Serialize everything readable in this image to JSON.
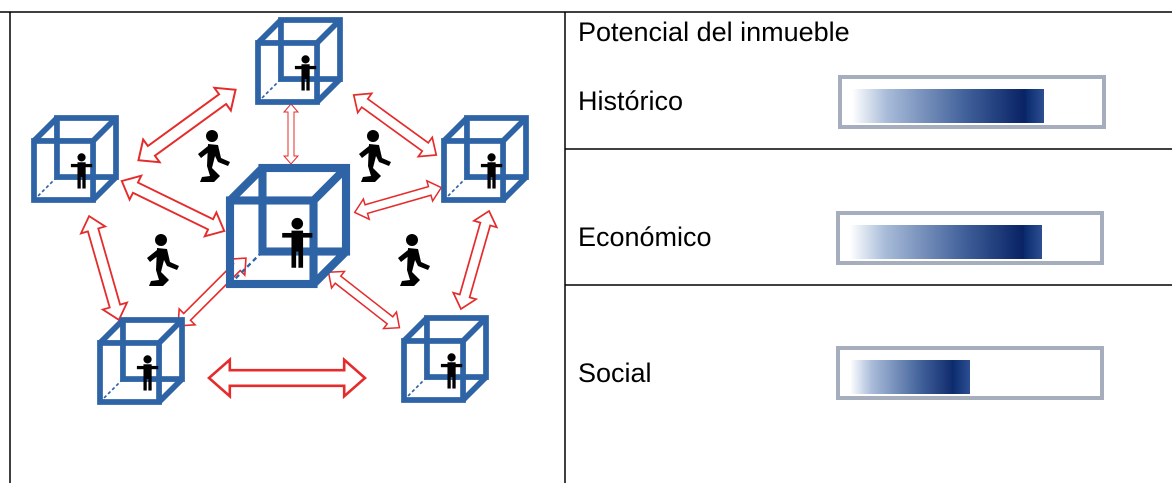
{
  "panel": {
    "title": "Potencial del inmueble"
  },
  "potential": [
    {
      "label": "Histórico",
      "level": 0.8
    },
    {
      "label": "Económico",
      "level": 0.8
    },
    {
      "label": "Social",
      "level": 0.5
    }
  ],
  "colors": {
    "cube": "#2e64a6",
    "arrow": "#e52b2b",
    "bar_dark": "#0c2668",
    "bar_frame": "#a6aebd"
  },
  "icons": {
    "cube": "cube-person-icon",
    "walker": "walking-person-icon",
    "arrow": "double-arrow-icon"
  }
}
